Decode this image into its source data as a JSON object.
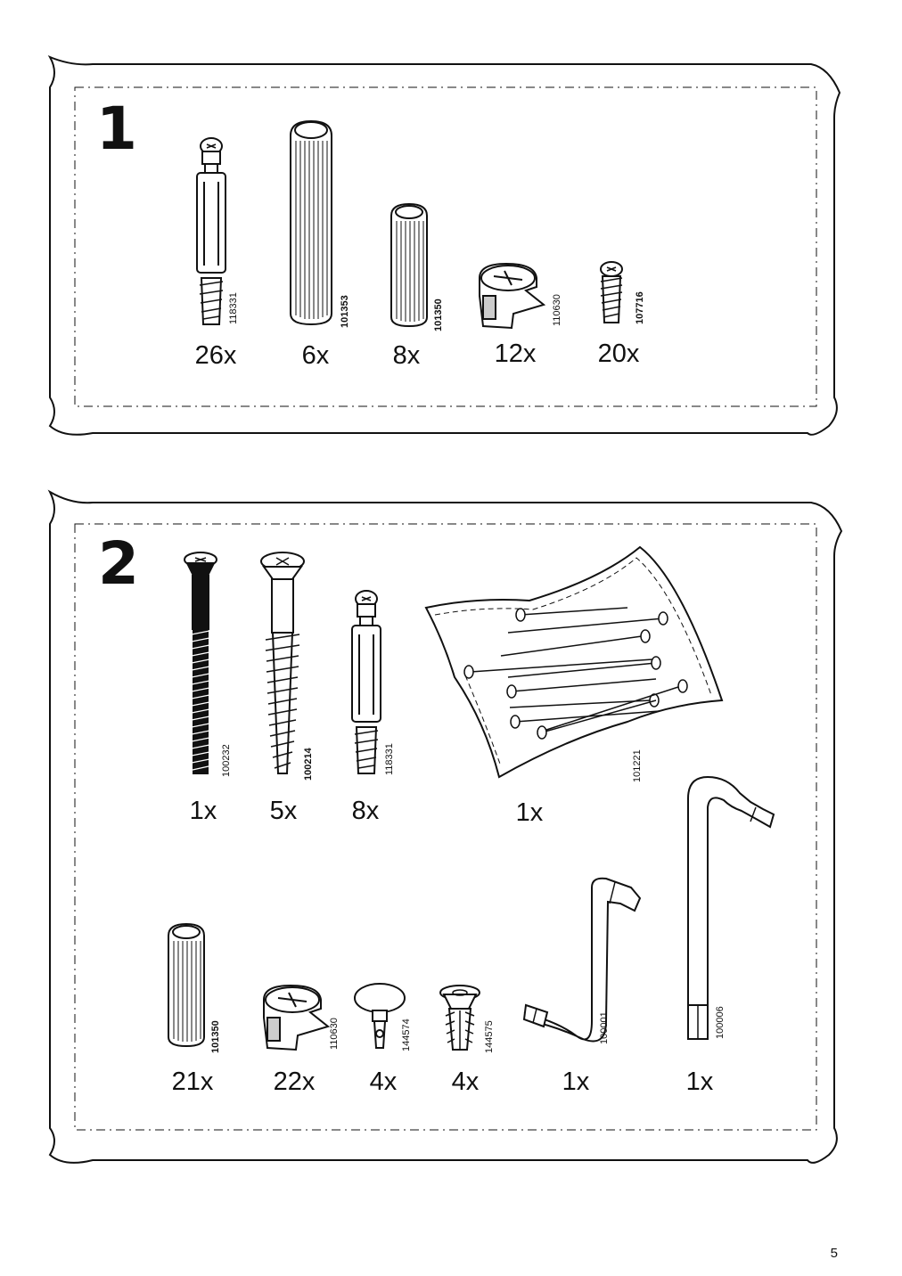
{
  "document": {
    "page_number": "5",
    "steps": [
      {
        "number": "1",
        "parts": [
          {
            "icon": "cam-bolt-icon",
            "code": "118331",
            "quantity": "26x"
          },
          {
            "icon": "long-wood-dowel-icon",
            "code": "101353",
            "quantity": "6x"
          },
          {
            "icon": "wood-dowel-icon",
            "code": "101350",
            "quantity": "8x"
          },
          {
            "icon": "cam-lock-icon",
            "code": "110630",
            "quantity": "12x"
          },
          {
            "icon": "short-screw-icon",
            "code": "107716",
            "quantity": "20x"
          }
        ]
      },
      {
        "number": "2",
        "parts": [
          {
            "icon": "black-screw-icon",
            "code": "100232",
            "quantity": "1x"
          },
          {
            "icon": "wood-screw-icon",
            "code": "100214",
            "quantity": "5x"
          },
          {
            "icon": "cam-bolt-icon",
            "code": "118331",
            "quantity": "8x"
          },
          {
            "icon": "nail-bag-icon",
            "code": "101221",
            "quantity": "1x"
          },
          {
            "icon": "wood-dowel-icon",
            "code": "101350",
            "quantity": "21x"
          },
          {
            "icon": "cam-lock-icon",
            "code": "110630",
            "quantity": "22x"
          },
          {
            "icon": "shelf-pin-icon",
            "code": "144574",
            "quantity": "4x"
          },
          {
            "icon": "plastic-anchor-icon",
            "code": "144575",
            "quantity": "4x"
          },
          {
            "icon": "offset-hex-key-icon",
            "code": "100001",
            "quantity": "1x"
          },
          {
            "icon": "long-hex-key-icon",
            "code": "100006",
            "quantity": "1x"
          }
        ]
      }
    ]
  }
}
